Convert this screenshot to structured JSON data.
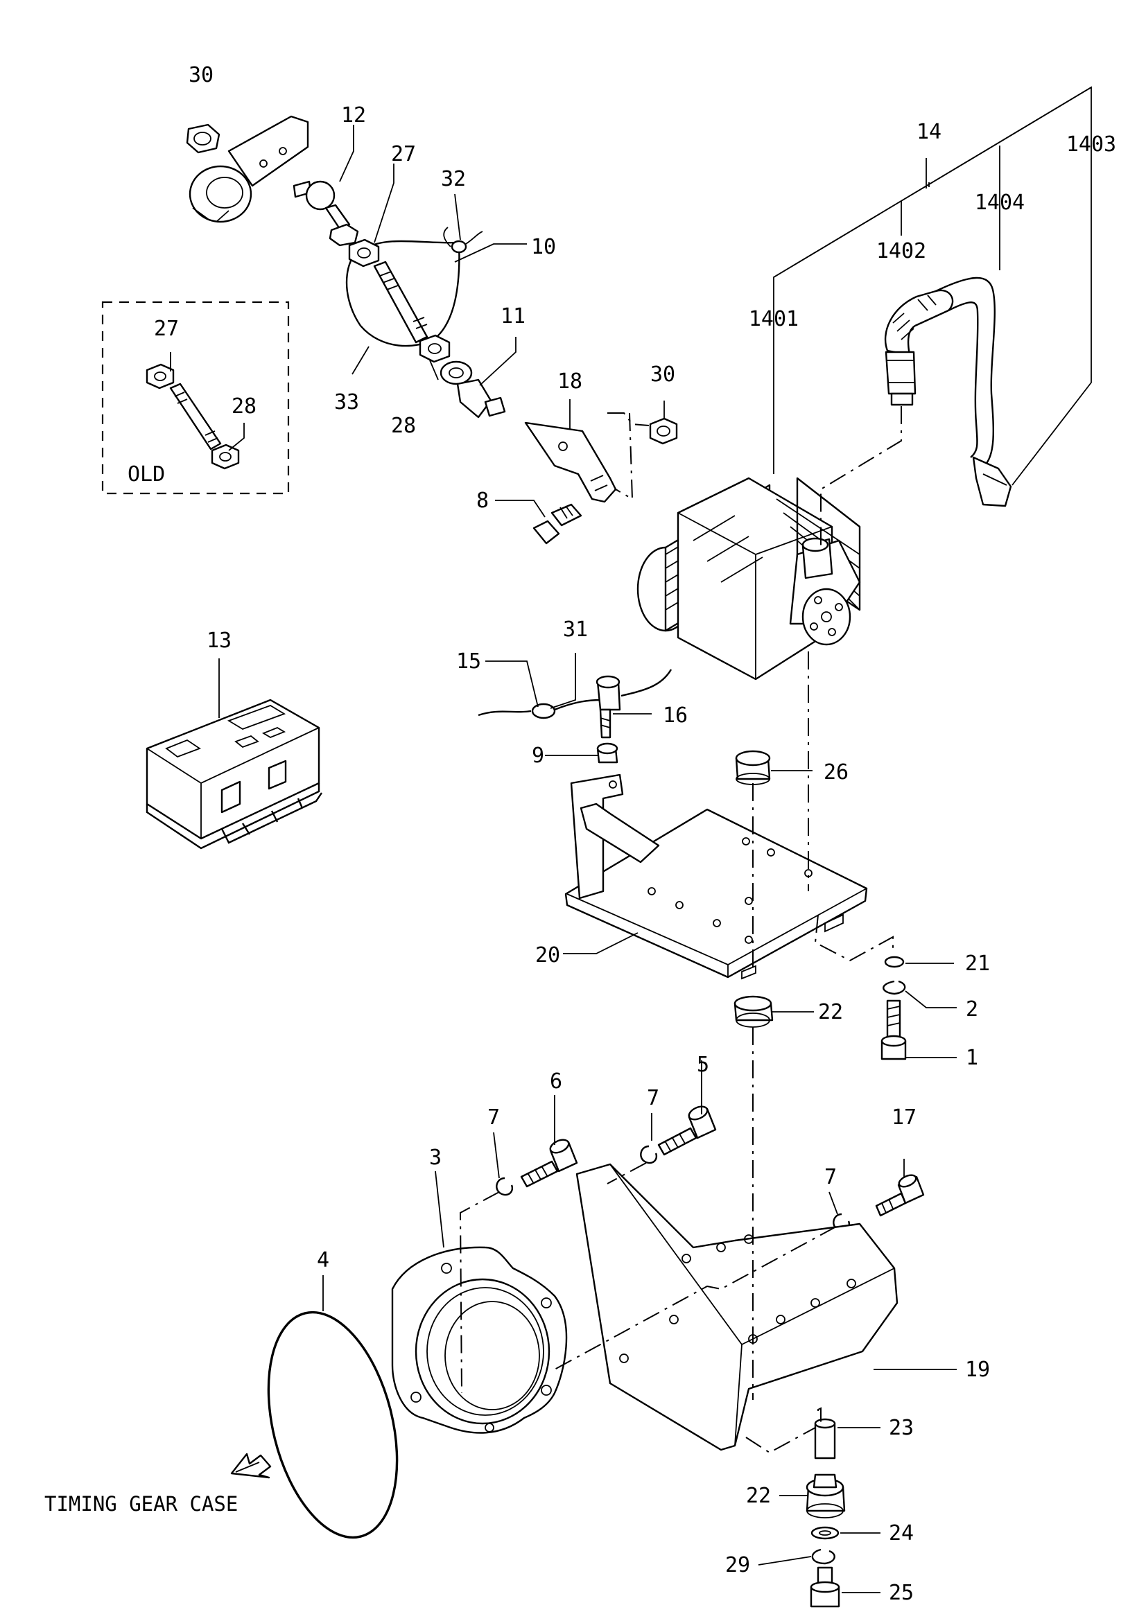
{
  "labels": {
    "p1": "1",
    "p2": "2",
    "p3": "3",
    "p4": "4",
    "p5": "5",
    "p6": "6",
    "p7a": "7",
    "p7b": "7",
    "p7c": "7",
    "p8": "8",
    "p9": "9",
    "p10": "10",
    "p11": "11",
    "p12": "12",
    "p13": "13",
    "p14": "14",
    "p15": "15",
    "p16": "16",
    "p17": "17",
    "p18": "18",
    "p19": "19",
    "p20": "20",
    "p21": "21",
    "p22a": "22",
    "p22b": "22",
    "p23": "23",
    "p24": "24",
    "p25": "25",
    "p26": "26",
    "p27a": "27",
    "p27b": "27",
    "p28a": "28",
    "p28b": "28",
    "p29": "29",
    "p30a": "30",
    "p30b": "30",
    "p31": "31",
    "p32": "32",
    "p33": "33",
    "p1401": "1401",
    "p1402": "1402",
    "p1403": "1403",
    "p1404": "1404"
  },
  "old_box_label": "OLD",
  "direction_label": "TIMING GEAR CASE"
}
